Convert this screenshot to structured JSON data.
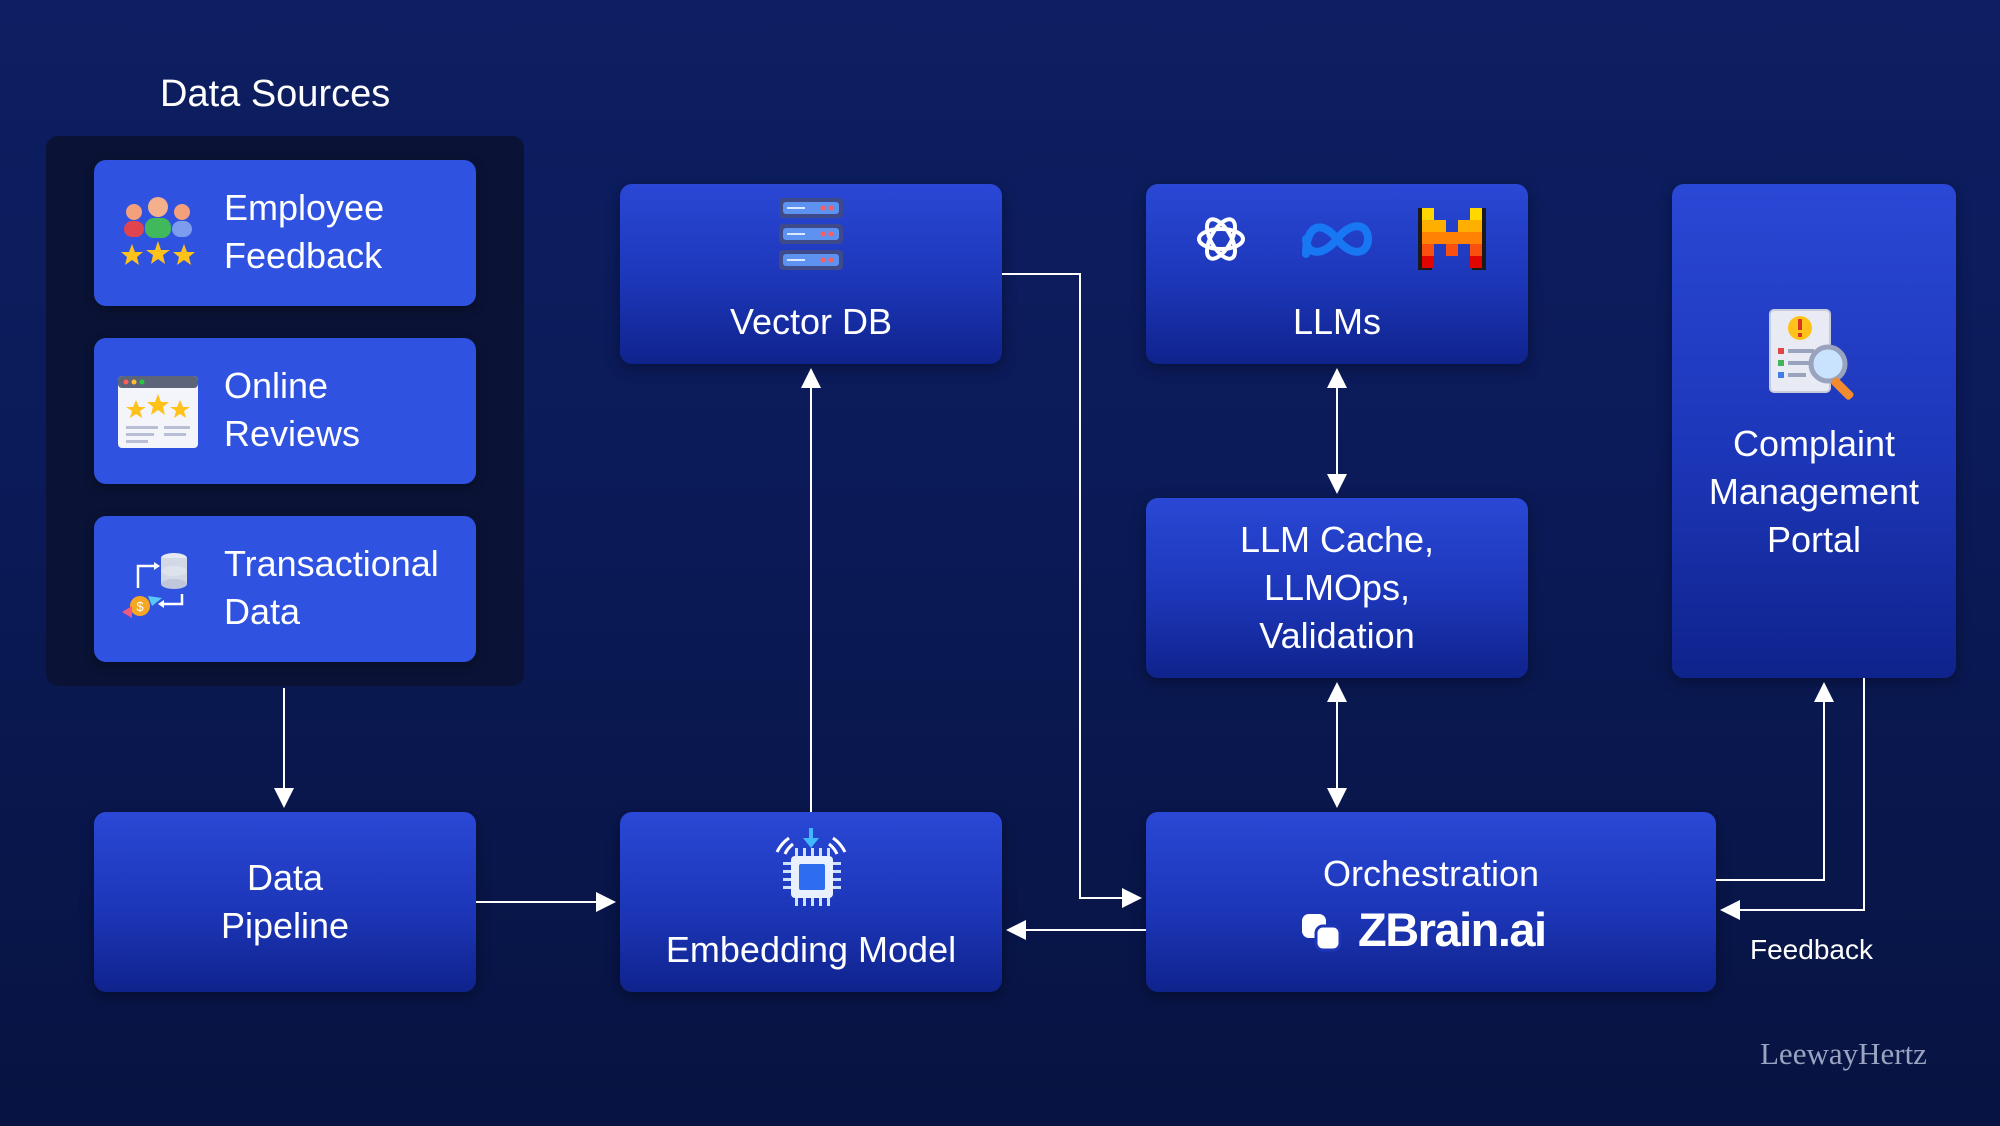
{
  "data_sources": {
    "title": "Data Sources",
    "items": [
      {
        "line1": "Employee",
        "line2": "Feedback",
        "icon": "employee-feedback-icon"
      },
      {
        "line1": "Online",
        "line2": "Reviews",
        "icon": "online-reviews-icon"
      },
      {
        "line1": "Transactional",
        "line2": "Data",
        "icon": "transactional-data-icon"
      }
    ]
  },
  "nodes": {
    "vector_db": {
      "label": "Vector DB",
      "icon": "database-server-icon"
    },
    "llms": {
      "label": "LLMs",
      "icons": [
        "openai-logo-icon",
        "meta-logo-icon",
        "mistral-logo-icon"
      ]
    },
    "llm_cache": {
      "line1": "LLM Cache,",
      "line2": "LLMOps,",
      "line3": "Validation"
    },
    "complaint_portal": {
      "line1": "Complaint",
      "line2": "Management",
      "line3": "Portal",
      "icon": "complaint-report-icon"
    },
    "data_pipeline": {
      "line1": "Data",
      "line2": "Pipeline"
    },
    "embedding_model": {
      "label": "Embedding Model",
      "icon": "ai-chip-icon"
    },
    "orchestration": {
      "label": "Orchestration",
      "brand": "ZBrain.ai",
      "brand_icon": "zbrain-logo-icon"
    }
  },
  "edges": {
    "feedback_label": "Feedback"
  },
  "watermark": "LeewayHertz",
  "colors": {
    "background": "#0b1a57",
    "node_fill": "#2a48d6",
    "source_fill": "#2f52e0",
    "source_panel": "#0a1335",
    "arrow": "#ffffff"
  }
}
